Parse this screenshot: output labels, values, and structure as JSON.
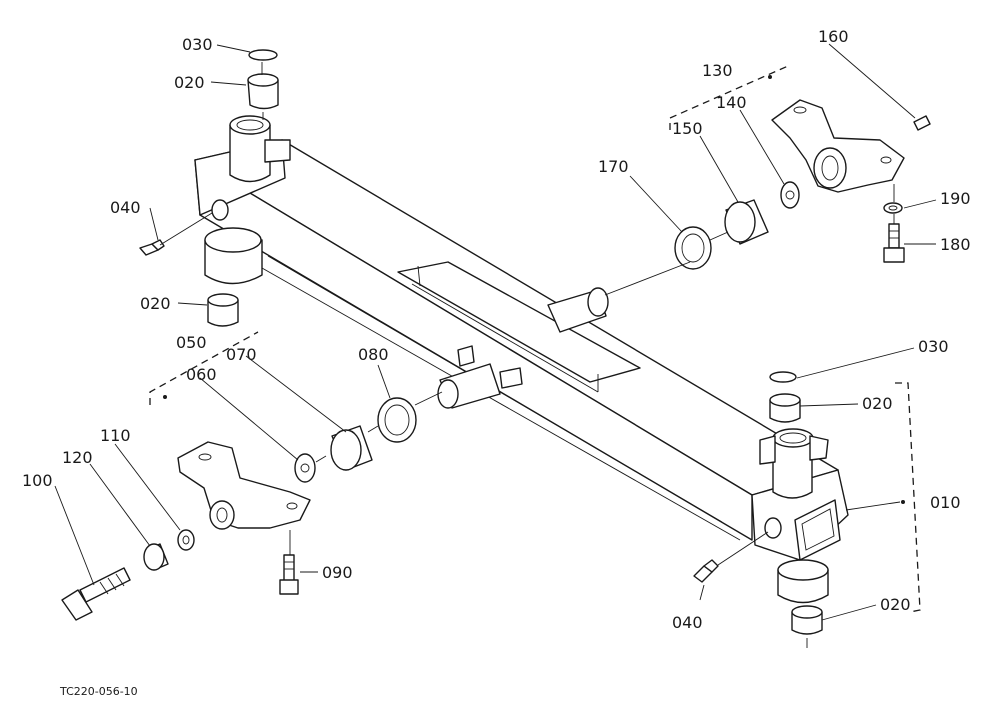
{
  "diagram": {
    "code": "TC220-056-10",
    "parts": {
      "p030a": "030",
      "p020a": "020",
      "p040a": "040",
      "p020b": "020",
      "p050": "050",
      "p070": "070",
      "p060": "060",
      "p080": "080",
      "p110": "110",
      "p120": "120",
      "p100": "100",
      "p090": "090",
      "p130": "130",
      "p160": "160",
      "p140": "140",
      "p150": "150",
      "p170": "170",
      "p190": "190",
      "p180": "180",
      "p030b": "030",
      "p020c": "020",
      "p010": "010",
      "p040b": "040",
      "p020d": "020"
    }
  }
}
